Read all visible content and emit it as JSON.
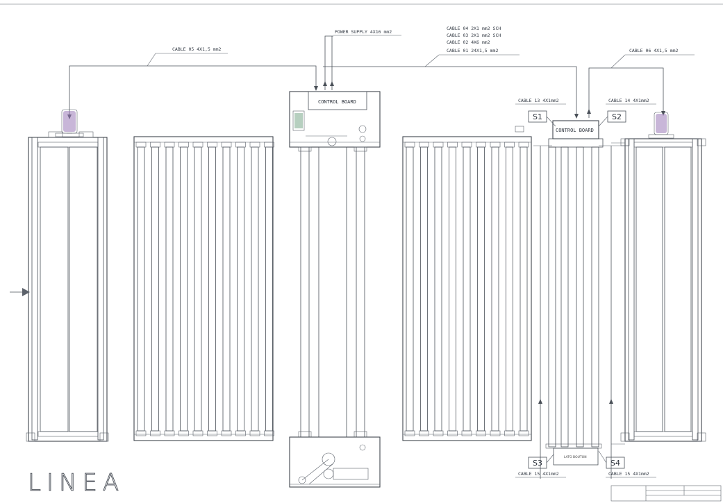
{
  "labels": {
    "power_supply": "POWER SUPPLY  4X16 mm2",
    "cable_04": "CABLE 04 2X1 mm2 SCH",
    "cable_03": "CABLE 03 2X1 mm2 SCH",
    "cable_02": "CABLE 02 4X6 mm2",
    "cable_01": "CABLE 01 24X1,5 mm2",
    "cable_05": "CABLE 05 4X1,5 mm2",
    "cable_06": "CABLE 06 4X1,5 mm2",
    "cable_13": "CABLE 13 4X1mm2",
    "cable_14": "CABLE 14 4X1mm2",
    "cable_15a": "CABLE 15 4X1mm2",
    "cable_15b": "CABLE 15 4X1mm2",
    "control_board_1": "CONTROL BOARD",
    "control_board_2": "CONTROL BOARD",
    "lato_bottom": "LATO BOUTON",
    "s1": "S1",
    "s2": "S2",
    "s3": "S3",
    "s4": "S4",
    "linea": "LINEA"
  },
  "colors": {
    "line": "#4a5058",
    "motor": "#9a7ab8",
    "motor_green": "#7aa88a",
    "paper": "#ffffff"
  }
}
